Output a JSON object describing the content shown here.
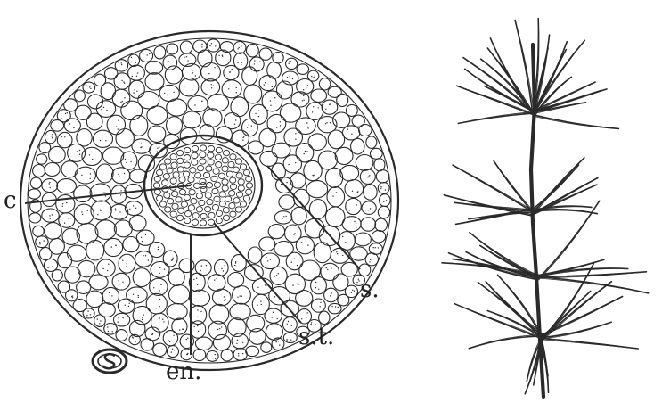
{
  "figure": {
    "labels": {
      "c": "c",
      "s": "s.",
      "st": "s.t.",
      "en": "en."
    },
    "ink_color": "#2a2a2a",
    "background_color": "#ffffff"
  },
  "icons": {
    "section_symbol": "s-section-icon"
  }
}
